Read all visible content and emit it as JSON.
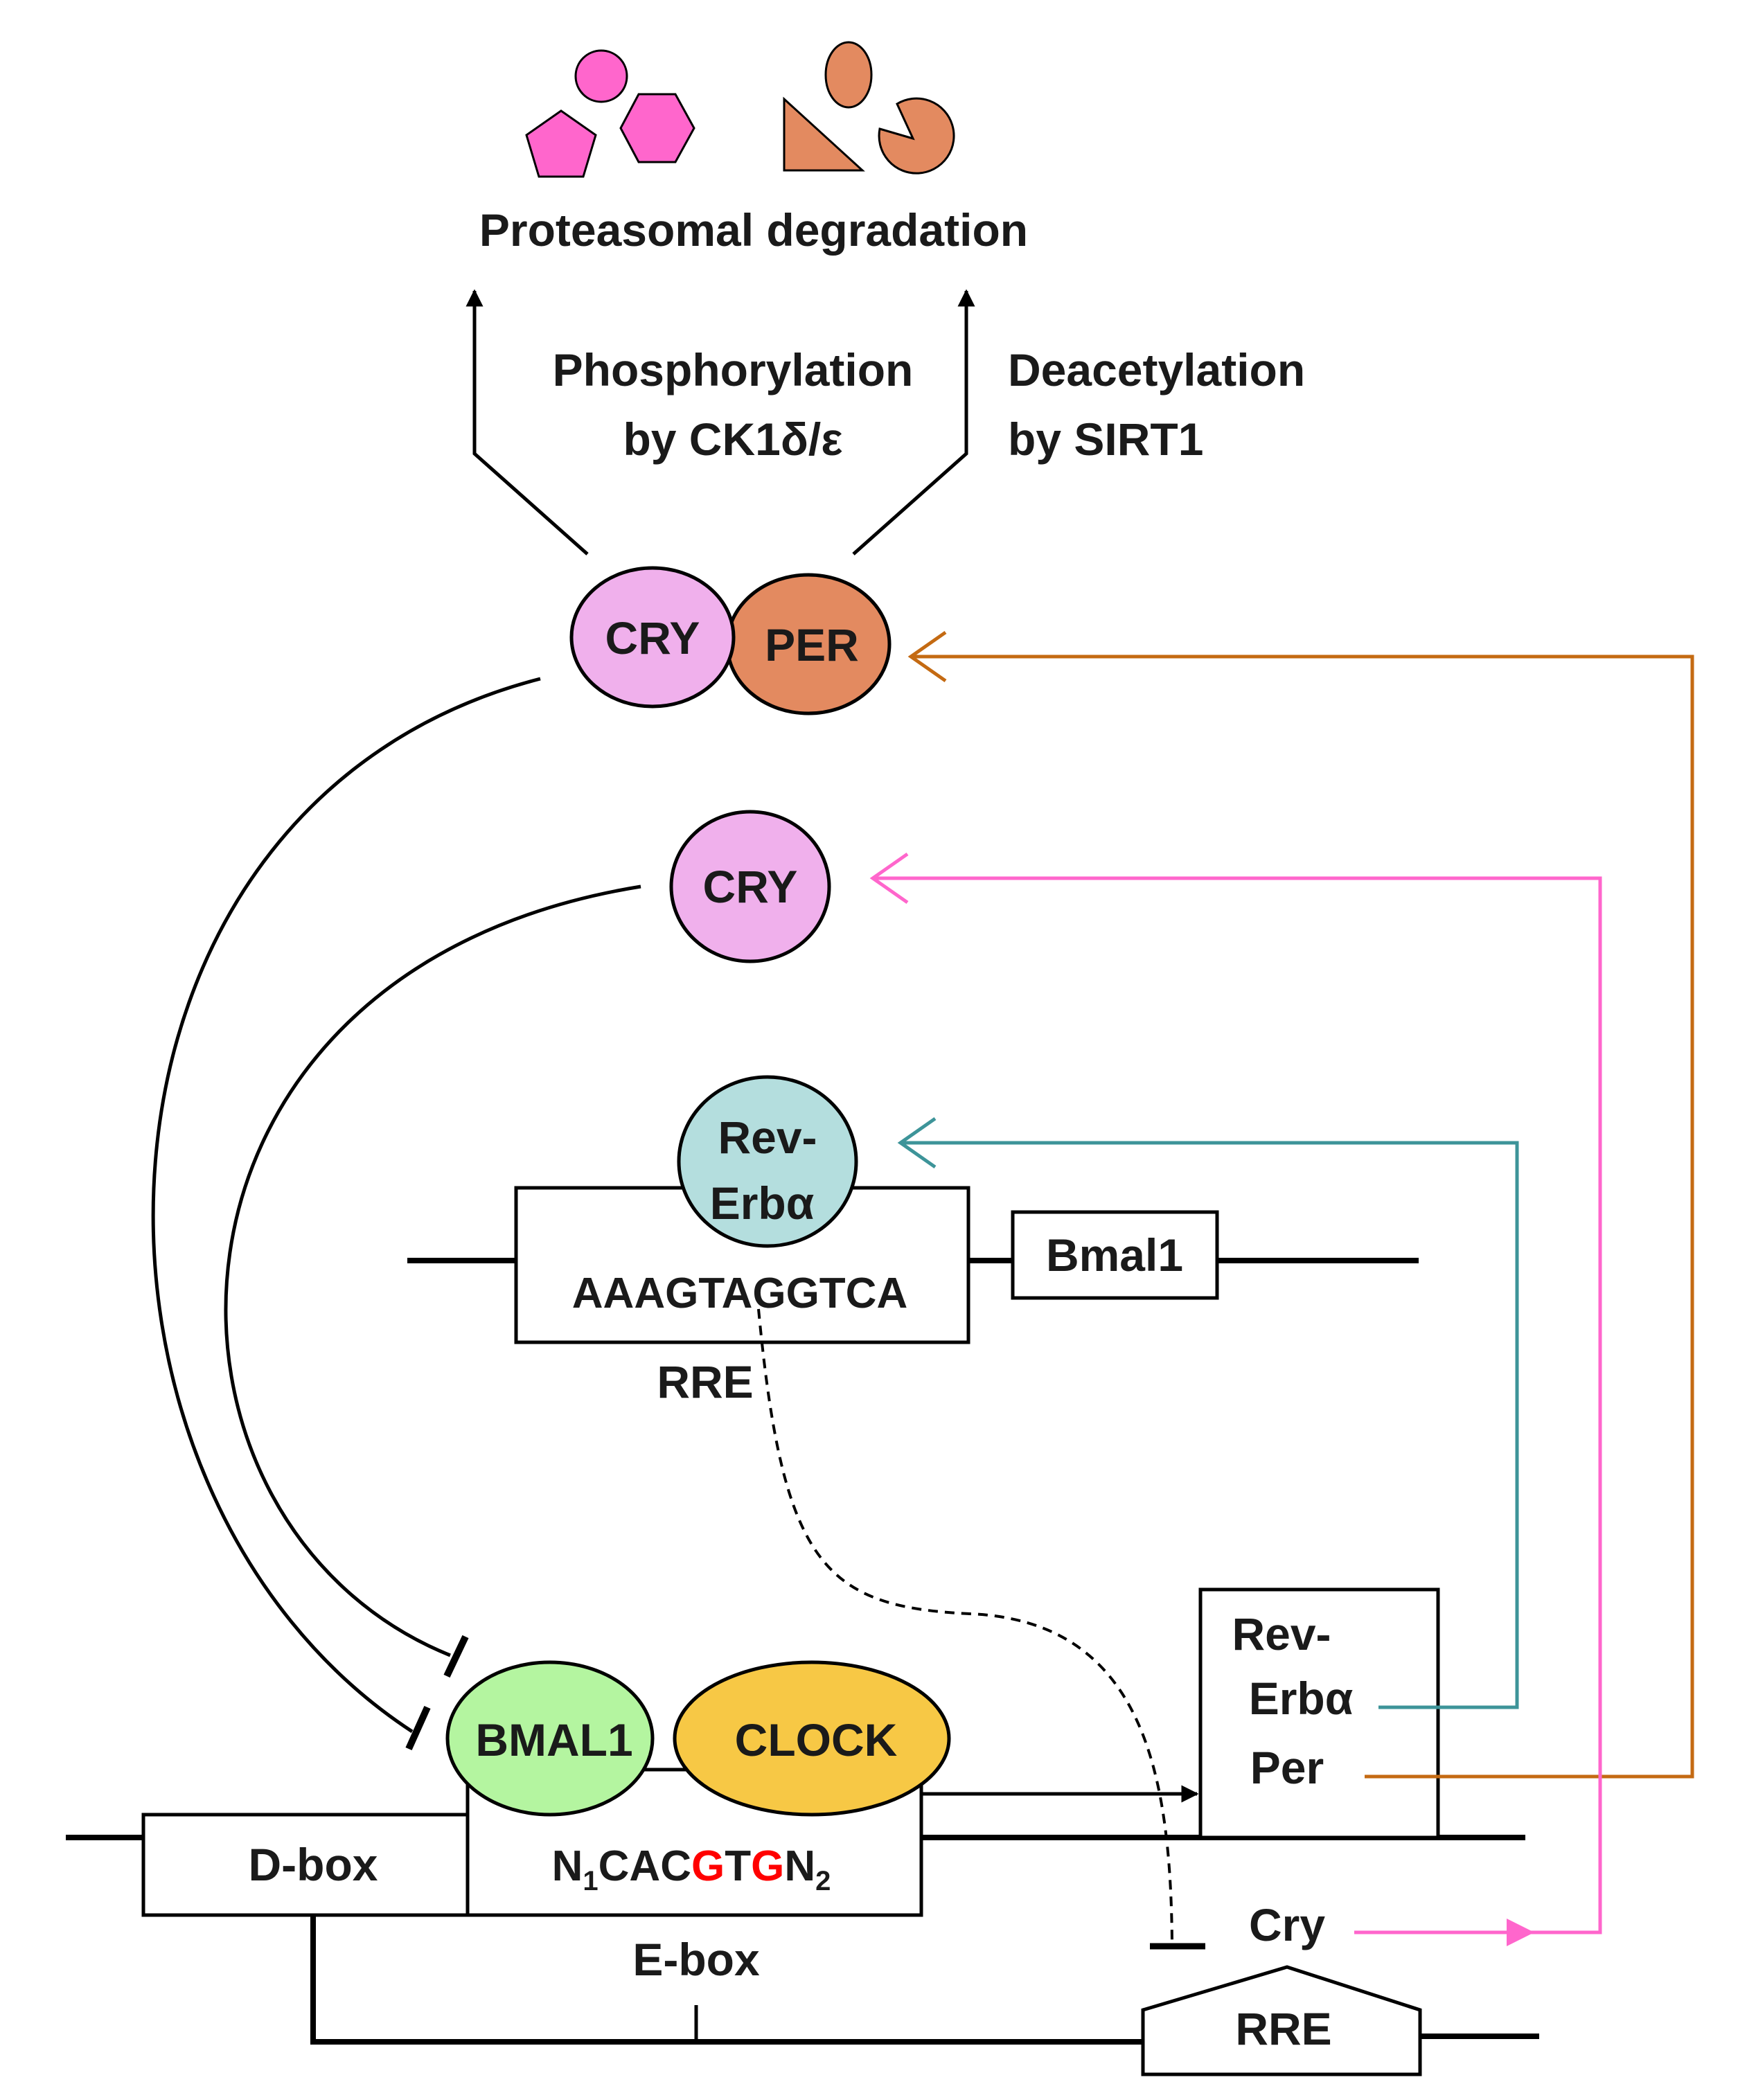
{
  "colors": {
    "pink": "#ff66cc",
    "pink_fill": "#f0b0ec",
    "orange": "#e38a60",
    "orange_arrow": "#c46a12",
    "teal_fill": "#b4dede",
    "teal_arrow": "#3d9499",
    "green_fill": "#b4f5a0",
    "yellow_fill": "#f7c845",
    "highlight_red": "#ff0000"
  },
  "top": {
    "degradation_label": "Proteasomal degradation",
    "left_mod_line1": "Phosphorylation",
    "left_mod_line2": "by CK1δ/ε",
    "right_mod_line1": "Deacetylation",
    "right_mod_line2": "by SIRT1"
  },
  "complex": {
    "cry": "CRY",
    "per": "PER"
  },
  "free_cry": "CRY",
  "rre_element": {
    "protein_line1": "Rev-",
    "protein_line2": "Erbα",
    "sequence": "AAAGTAGGTCA",
    "label": "RRE",
    "gene": "Bmal1"
  },
  "ebox_element": {
    "bmal1": "BMAL1",
    "clock": "CLOCK",
    "seq_n1": "N",
    "seq_sub1": "1",
    "seq_a": "CAC",
    "seq_g1": "G",
    "seq_t": "T",
    "seq_g2": "G",
    "seq_n2": "N",
    "seq_sub2": "2",
    "label": "E-box",
    "dbox": "D-box"
  },
  "targets": {
    "rev_line1": "Rev-",
    "rev_line2": "Erbα",
    "per": "Per",
    "cry": "Cry",
    "rre": "RRE"
  }
}
